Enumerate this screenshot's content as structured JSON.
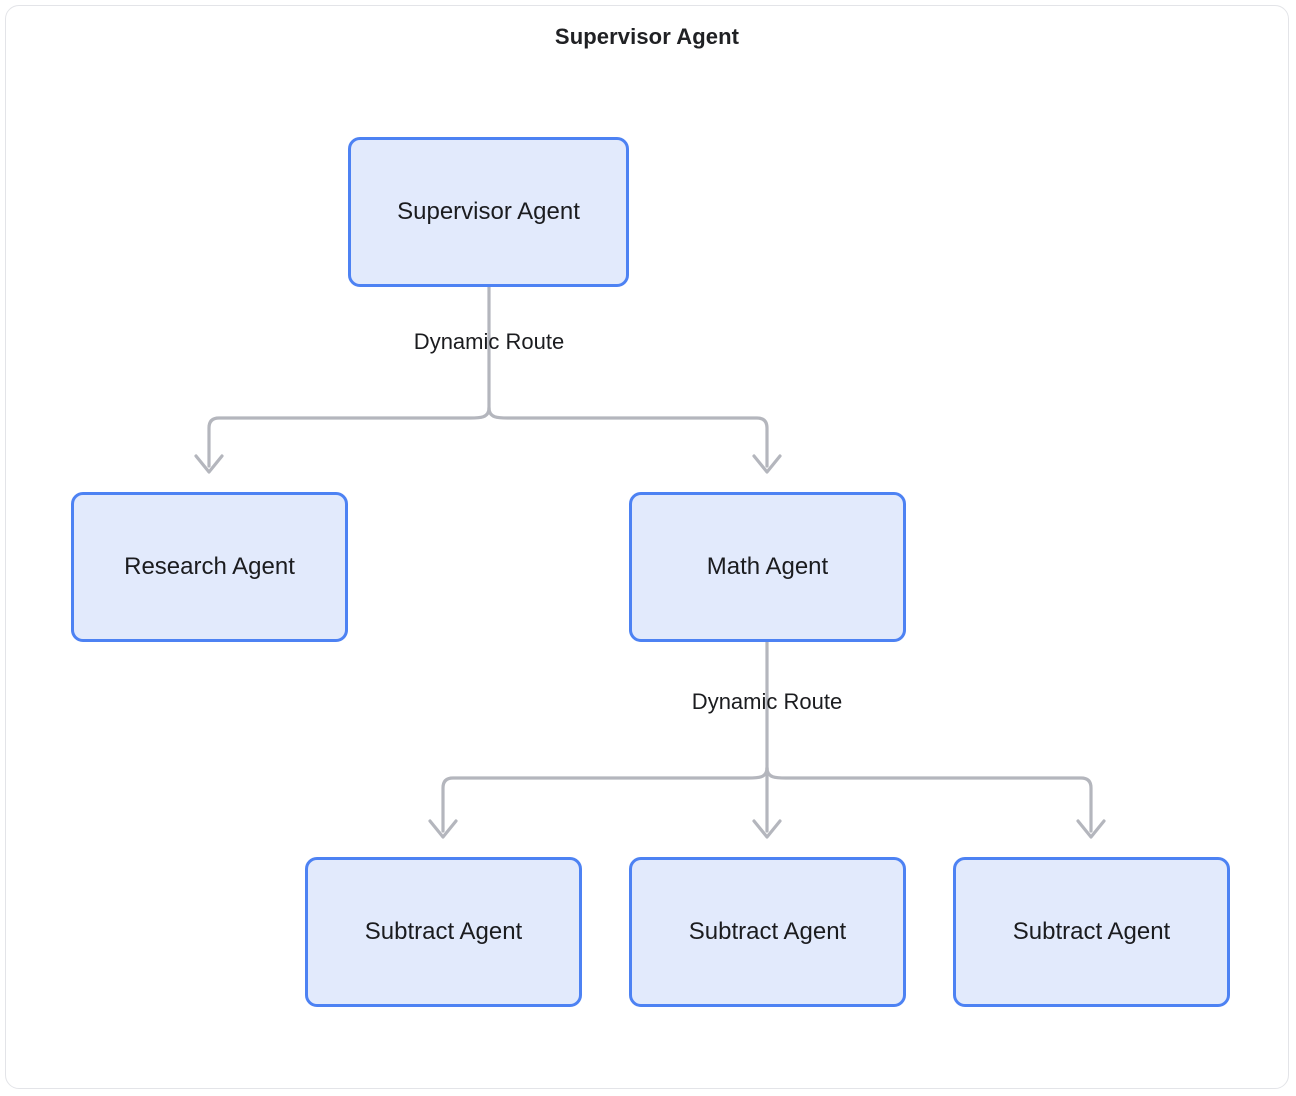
{
  "diagram": {
    "title": "Supervisor Agent",
    "type": "flowchart-tree",
    "frame": {
      "border_color": "#e3e4e8",
      "background": "#ffffff"
    },
    "node_style": {
      "fill": "#e2eafc",
      "border_color": "#4d82f3",
      "text_color": "#1b1c1f"
    },
    "edge_style": {
      "stroke": "#b4b6bd",
      "arrowhead": "open-chevron"
    },
    "nodes": [
      {
        "id": "supervisor",
        "label": "Supervisor Agent",
        "level": 0
      },
      {
        "id": "research",
        "label": "Research Agent",
        "level": 1
      },
      {
        "id": "math",
        "label": "Math Agent",
        "level": 1
      },
      {
        "id": "subtract-1",
        "label": "Subtract Agent",
        "level": 2
      },
      {
        "id": "subtract-2",
        "label": "Subtract Agent",
        "level": 2
      },
      {
        "id": "subtract-3",
        "label": "Subtract Agent",
        "level": 2
      }
    ],
    "edges": [
      {
        "from": "supervisor",
        "to": "research",
        "label": "Dynamic Route"
      },
      {
        "from": "supervisor",
        "to": "math",
        "label": "Dynamic Route"
      },
      {
        "from": "math",
        "to": "subtract-1",
        "label": "Dynamic Route"
      },
      {
        "from": "math",
        "to": "subtract-2",
        "label": "Dynamic Route"
      },
      {
        "from": "math",
        "to": "subtract-3",
        "label": "Dynamic Route"
      }
    ],
    "edge_labels": {
      "supervisor_branch": "Dynamic Route",
      "math_branch": "Dynamic Route"
    }
  }
}
